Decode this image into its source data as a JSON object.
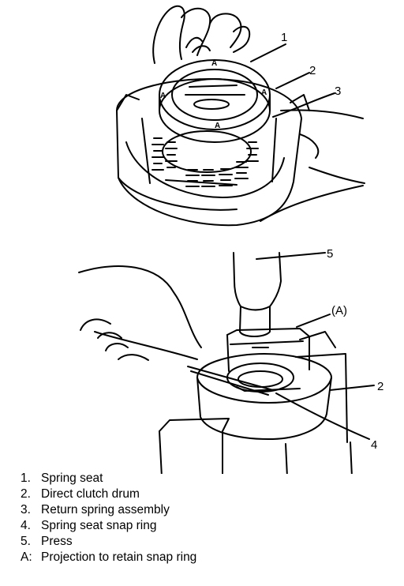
{
  "figure_top": {
    "callouts": [
      "1",
      "2",
      "3"
    ],
    "ring_marks": [
      "A",
      "A",
      "A",
      "A"
    ]
  },
  "figure_bottom": {
    "callouts": [
      "5",
      "(A)",
      "2",
      "4"
    ]
  },
  "legend": [
    {
      "key": "1.",
      "text": "Spring seat"
    },
    {
      "key": "2.",
      "text": "Direct clutch drum"
    },
    {
      "key": "3.",
      "text": "Return spring assembly"
    },
    {
      "key": "4.",
      "text": "Spring seat snap ring"
    },
    {
      "key": "5.",
      "text": "Press"
    },
    {
      "key": "A:",
      "text": "Projection to retain snap ring"
    }
  ]
}
